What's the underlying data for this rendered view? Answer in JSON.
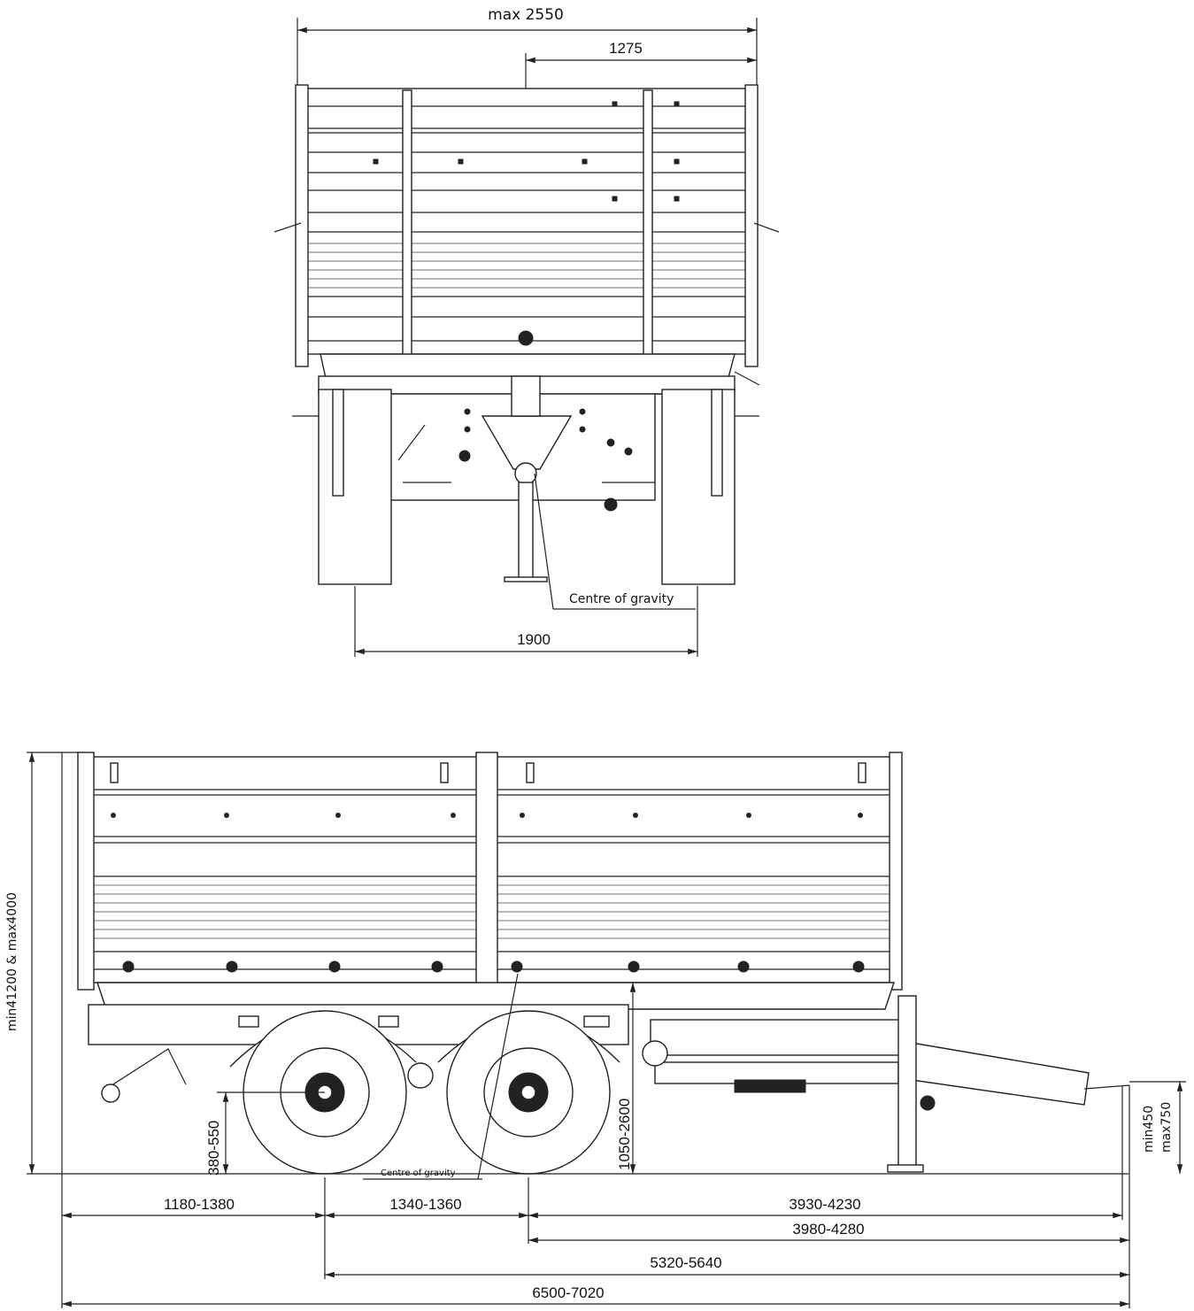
{
  "rear_view": {
    "width_total": "max 2550",
    "half_width": "1275",
    "track_width": "1900",
    "cog_label": "Centre of gravity"
  },
  "side_view": {
    "height_total": "min41200 & max4000",
    "wheel_center_height": "380-550",
    "platform_height": "1050-2600",
    "drawbar_height_min": "min450",
    "drawbar_height_max": "max750",
    "cog_label": "Centre of gravity",
    "dim_rear_overhang": "1180-1380",
    "dim_axle_spacing": "1340-1360",
    "dim_front_axle_to_eye": "3930-4230",
    "dim_front_axle_to_eye_2": "3980-4280",
    "dim_rear_axle_to_eye": "5320-5640",
    "dim_total_length": "6500-7020"
  }
}
